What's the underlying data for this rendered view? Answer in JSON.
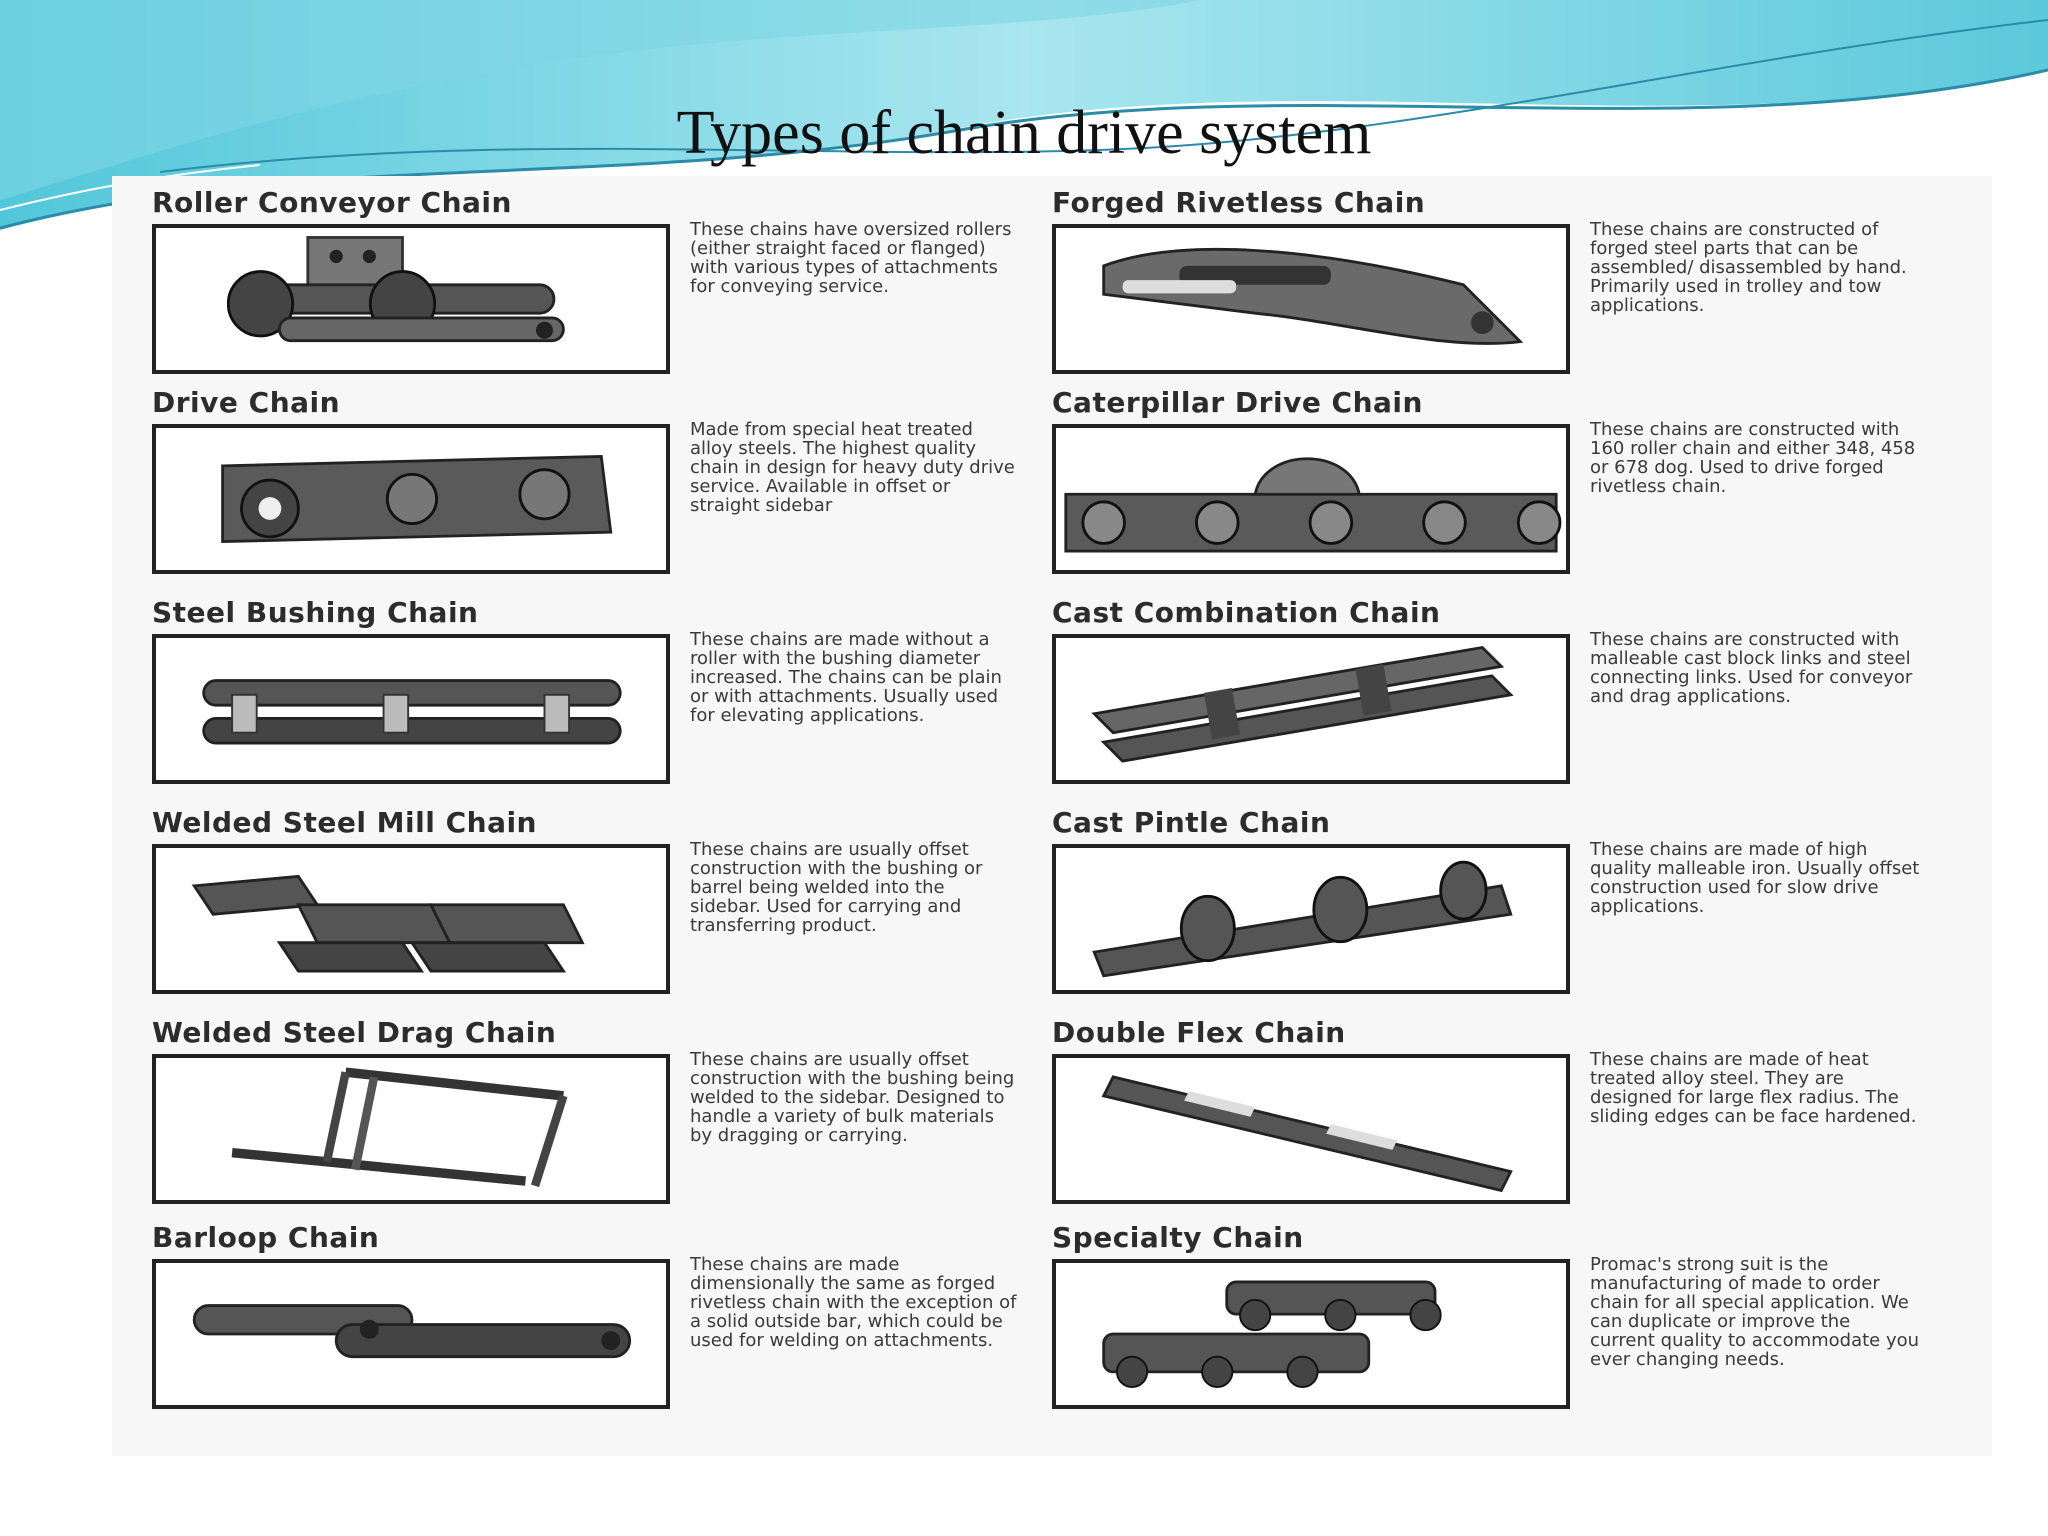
{
  "slide": {
    "title": "Types of chain drive system",
    "accent_color": "#6fd0df"
  },
  "chains": [
    {
      "name": "Roller Conveyor Chain",
      "description": "These chains have oversized rollers (either straight faced or flanged) with various types of attachments for conveying service.",
      "icon": "roller-conveyor-chain-photo"
    },
    {
      "name": "Forged Rivetless Chain",
      "description": "These chains are constructed of forged steel parts that can be assembled/ disassembled by hand. Primarily used in trolley and tow applications.",
      "icon": "forged-rivetless-chain-photo"
    },
    {
      "name": "Drive Chain",
      "description": "Made from special heat treated alloy steels. The highest quality chain in design for heavy duty drive service. Available in offset or straight sidebar",
      "icon": "drive-chain-photo"
    },
    {
      "name": "Caterpillar Drive Chain",
      "description": "These chains are constructed with 160 roller chain and either 348, 458 or 678 dog. Used to drive forged rivetless chain.",
      "icon": "caterpillar-drive-chain-photo"
    },
    {
      "name": "Steel Bushing Chain",
      "description": "These chains are made without a roller with the bushing diameter increased. The chains can be plain or with attachments. Usually used for elevating applications.",
      "icon": "steel-bushing-chain-photo"
    },
    {
      "name": "Cast Combination Chain",
      "description": "These chains are constructed with malleable cast block links and steel connecting links. Used for conveyor and drag applications.",
      "icon": "cast-combination-chain-photo"
    },
    {
      "name": "Welded Steel Mill Chain",
      "description": "These chains are usually offset construction with the bushing or barrel being welded into the sidebar. Used for carrying and transferring product.",
      "icon": "welded-steel-mill-chain-photo"
    },
    {
      "name": "Cast Pintle Chain",
      "description": "These chains are made of high quality malleable iron. Usually offset construction used for slow drive applications.",
      "icon": "cast-pintle-chain-photo"
    },
    {
      "name": "Welded Steel Drag Chain",
      "description": "These chains are usually offset construction with the bushing being welded to the sidebar. Designed to handle a variety of bulk materials by dragging or carrying.",
      "icon": "welded-steel-drag-chain-photo"
    },
    {
      "name": "Double Flex Chain",
      "description": "These chains are made of heat treated alloy steel. They are designed for large flex radius. The sliding edges can be face hardened.",
      "icon": "double-flex-chain-photo"
    },
    {
      "name": "Barloop Chain",
      "description": "These chains are made dimensionally the same as forged rivetless chain with the exception of a solid outside bar, which could be used for welding on attachments.",
      "icon": "barloop-chain-photo"
    },
    {
      "name": "Specialty Chain",
      "description": "Promac's strong suit is the manufacturing of made to order chain for all special application. We can duplicate or improve the current quality to accommodate you ever changing needs.",
      "icon": "specialty-chain-photo"
    }
  ]
}
